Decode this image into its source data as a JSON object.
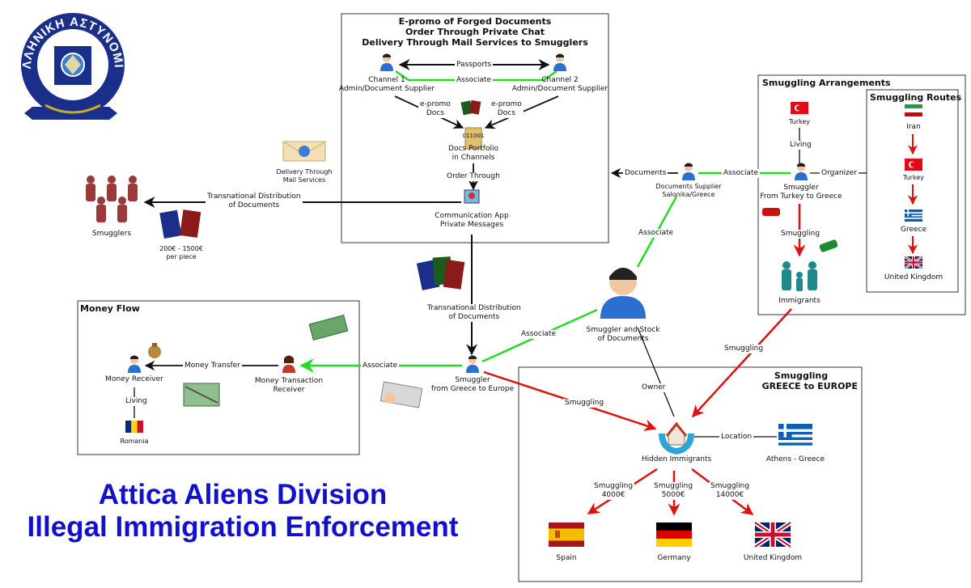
{
  "colors": {
    "association": "#22dd22",
    "smuggling": "#dd1111",
    "neutral": "#111111",
    "title": "#1111cc",
    "logo_blue": "#1a2f8a"
  },
  "logo": {
    "text": "ΕΛΛΗΝΙΚΗ ΑΣΤΥΝΟΜΙΑ"
  },
  "title": {
    "line1": "Attica Aliens Division",
    "line2": "Illegal Immigration Enforcement"
  },
  "boxes": {
    "epromo": {
      "line1": "E-promo of Forged Documents",
      "line2": "Order Through Private Chat",
      "line3": "Delivery Through Mail Services to Smugglers"
    },
    "money_flow": "Money Flow",
    "smuggling_arrangements": "Smuggling Arrangements",
    "smuggling_routes": "Smuggling Routes",
    "smuggling_europe": {
      "line1": "Smuggling",
      "line2": "GREECE to EUROPE"
    }
  },
  "nodes": {
    "channel1": {
      "line1": "Channel 1",
      "line2": "Admin/Document Supplier"
    },
    "channel2": {
      "line1": "Channel 2",
      "line2": "Admin/Document Supplier"
    },
    "docs_portfolio": {
      "code": "011001",
      "line1": "Docs Portfolio",
      "line2": "in Channels"
    },
    "comm_app": {
      "line1": "Communication App",
      "line2": "Private Messages"
    },
    "delivery_mail": {
      "line1": "Delivery Through",
      "line2": "Mail Services"
    },
    "smugglers": "Smugglers",
    "price": {
      "line1": "200€ - 1500€",
      "line2": "per piece"
    },
    "docs_supplier": {
      "line1": "Documents Supplier",
      "line2": "Salonika/Greece"
    },
    "smuggler_tr_gr": {
      "line1": "Smuggler",
      "line2": "From Turkey to Greece"
    },
    "turkey_top": "Turkey",
    "immigrants": "Immigrants",
    "route_iran": "Iran",
    "route_turkey": "Turkey",
    "route_greece": "Greece",
    "route_uk": "United Kingdom",
    "smuggler_stock": {
      "line1": "Smuggler and Stock",
      "line2": "of Documents"
    },
    "smuggler_gr_eu": {
      "line1": "Smuggler",
      "line2": "from Greece to Europe"
    },
    "money_tx_receiver": {
      "line1": "Money Transaction",
      "line2": "Receiver"
    },
    "money_receiver": "Money Receiver",
    "romania": "Romania",
    "hidden_immigrants": "Hidden Immigrants",
    "athens": "Athens - Greece",
    "spain": "Spain",
    "germany": "Germany",
    "uk": "United Kingdom"
  },
  "edges": {
    "passports": "Passports",
    "associate_channels": "Associate",
    "epromo_docs_left": {
      "line1": "e-promo",
      "line2": "Docs"
    },
    "epromo_docs_right": {
      "line1": "e-promo",
      "line2": "Docs"
    },
    "order_through": "Order Through",
    "transnational_smugglers": {
      "line1": "Transnational Distribution",
      "line2": "of Documents"
    },
    "transnational_down": {
      "line1": "Transnational Distribution",
      "line2": "of Documents"
    },
    "documents": "Documents",
    "associate_supplier_smuggler": "Associate",
    "organizer": "Organizer",
    "living_turkey": "Living",
    "smuggling_immigrants": "Smuggling",
    "associate_supplier_stock": "Associate",
    "associate_stock_smuggler": "Associate",
    "associate_money": "Associate",
    "money_transfer": "Money Transfer",
    "living_romania": "Living",
    "owner": "Owner",
    "smuggling_to_hidden": "Smuggling",
    "smuggling_immigrants_hidden": "Smuggling",
    "location": "Location",
    "spain_price": {
      "line1": "Smuggling",
      "line2": "4000€"
    },
    "germany_price": {
      "line1": "Smuggling",
      "line2": "5000€"
    },
    "uk_price": {
      "line1": "Smuggling",
      "line2": "14000€"
    }
  }
}
